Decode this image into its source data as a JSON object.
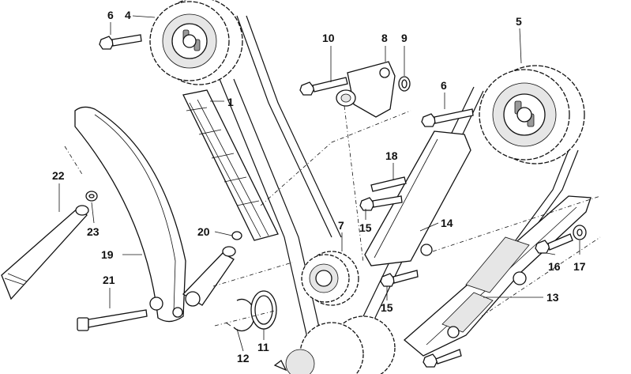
{
  "callouts": {
    "c1": "1",
    "c4": "4",
    "c5": "5",
    "c6a": "6",
    "c6b": "6",
    "c7": "7",
    "c8": "8",
    "c9": "9",
    "c10": "10",
    "c11": "11",
    "c12": "12",
    "c13": "13",
    "c14": "14",
    "c15a": "15",
    "c15b": "15",
    "c16": "16",
    "c17": "17",
    "c18": "18",
    "c19": "19",
    "c20": "20",
    "c21": "21",
    "c22": "22",
    "c23": "23"
  },
  "colors": {
    "ink": "#111111",
    "background": "#ffffff",
    "shade": "#e6e6e6"
  },
  "icons": {}
}
